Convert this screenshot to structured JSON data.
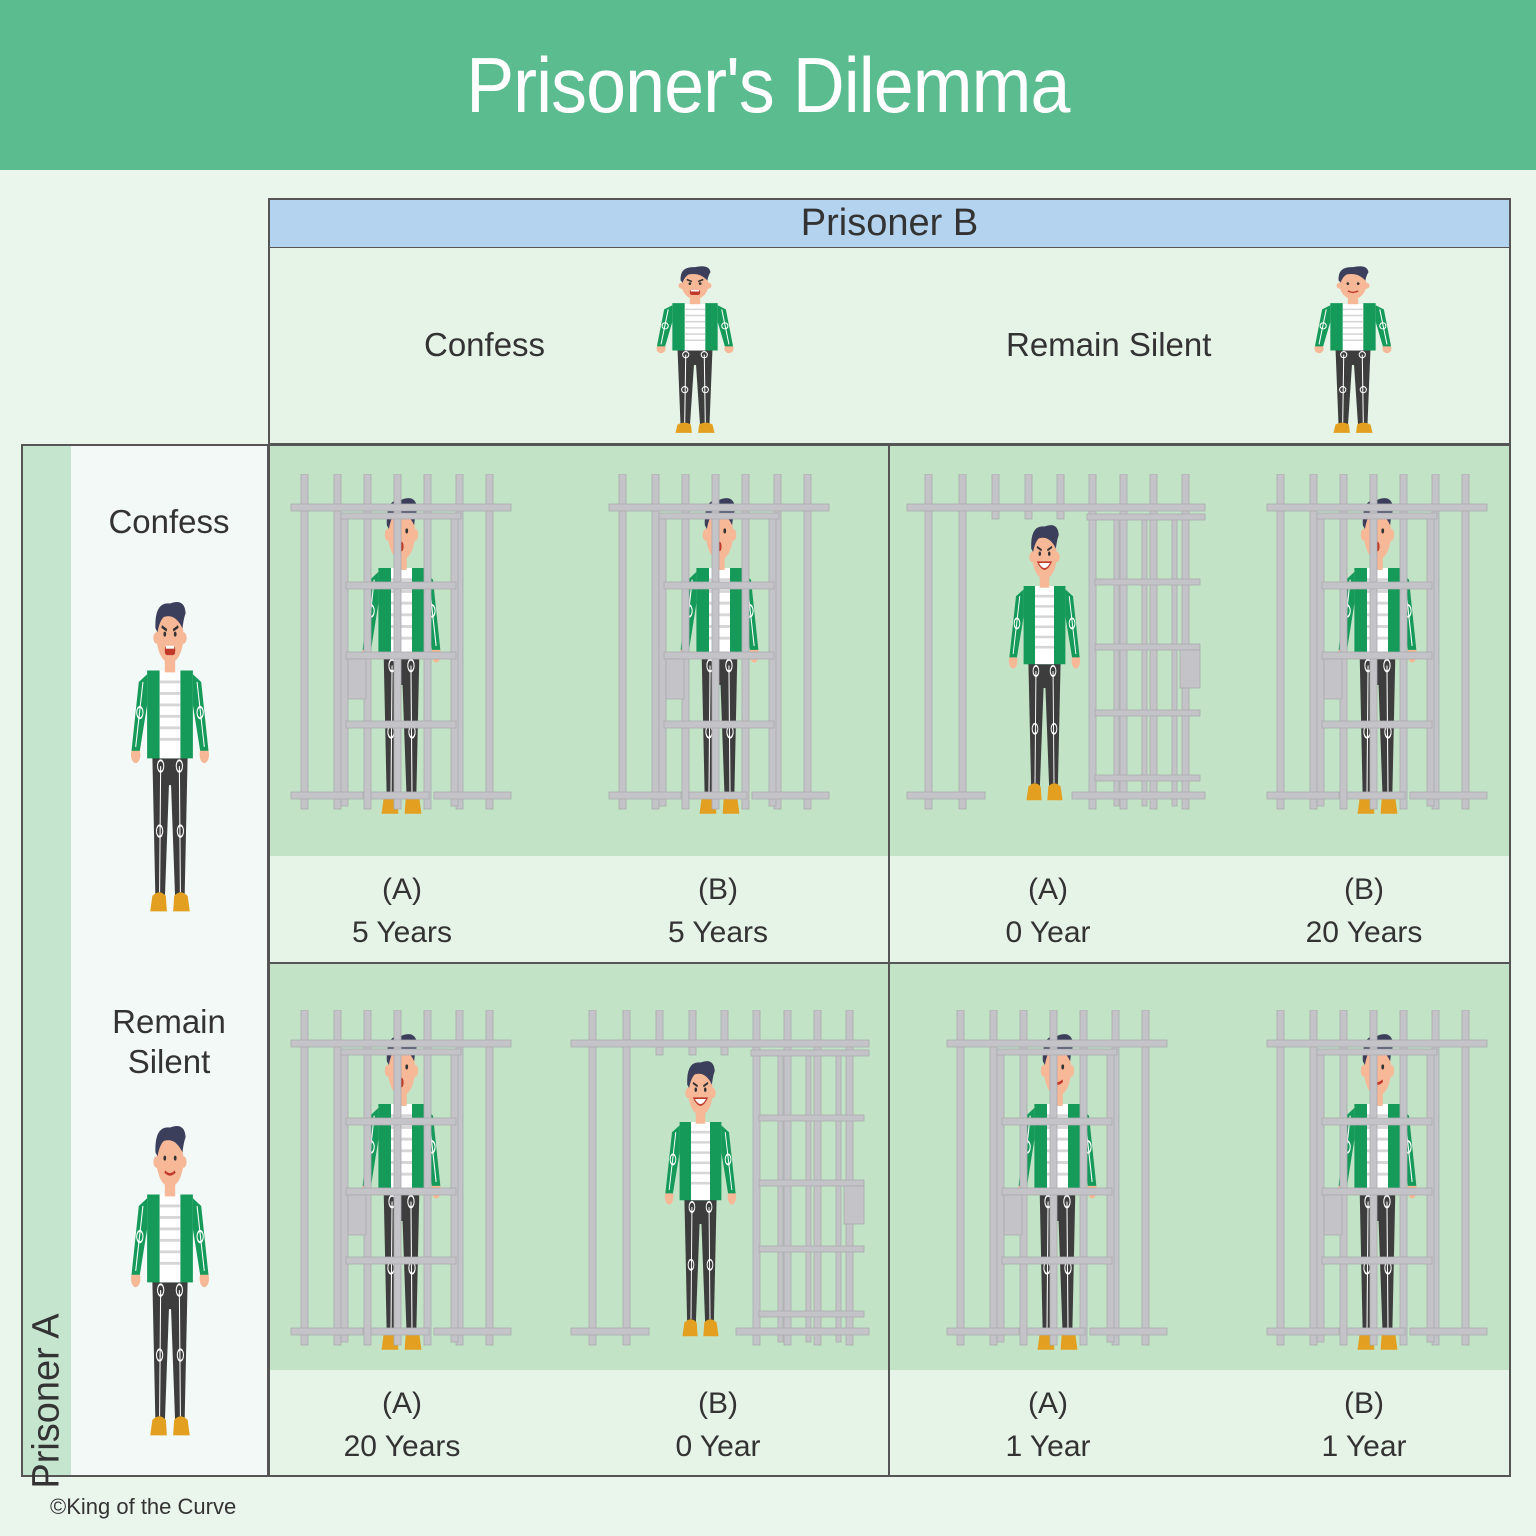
{
  "title": "Prisoner's Dilemma",
  "colors": {
    "banner": "#5bbc8f",
    "background": "#eaf5ec",
    "prisoner_b_bar": "#b3d3ee",
    "prisoner_a_bar": "#c6e5cf",
    "cell_image_bg": "#c3e3c6",
    "cell_label_bg": "#e6f4e8",
    "jacket": "#159a5a",
    "pants": "#3d3d3d",
    "shoes": "#e3a020",
    "bars": "#c4c4c8"
  },
  "prisoner_b": {
    "label": "Prisoner B",
    "columns": [
      {
        "choice": "Confess",
        "figure": "angry-man-icon"
      },
      {
        "choice": "Remain Silent",
        "figure": "calm-man-icon"
      }
    ]
  },
  "prisoner_a": {
    "label": "Prisoner A",
    "rows": [
      {
        "choice": "Confess",
        "figure": "angry-man-icon"
      },
      {
        "choice": "Remain Silent",
        "figure": "calm-man-icon"
      }
    ]
  },
  "outcomes": [
    [
      {
        "a_tag": "(A)",
        "a_sentence": "5 Years",
        "b_tag": "(B)",
        "b_sentence": "5 Years",
        "a_state": "jailed",
        "b_state": "jailed"
      },
      {
        "a_tag": "(A)",
        "a_sentence": "0 Year",
        "b_tag": "(B)",
        "b_sentence": "20 Years",
        "a_state": "free",
        "b_state": "jailed"
      }
    ],
    [
      {
        "a_tag": "(A)",
        "a_sentence": "20 Years",
        "b_tag": "(B)",
        "b_sentence": "0 Year",
        "a_state": "jailed",
        "b_state": "free"
      },
      {
        "a_tag": "(A)",
        "a_sentence": "1 Year",
        "b_tag": "(B)",
        "b_sentence": "1 Year",
        "a_state": "jailed",
        "b_state": "jailed"
      }
    ]
  ],
  "footer": {
    "copyright": "©King of the Curve"
  }
}
